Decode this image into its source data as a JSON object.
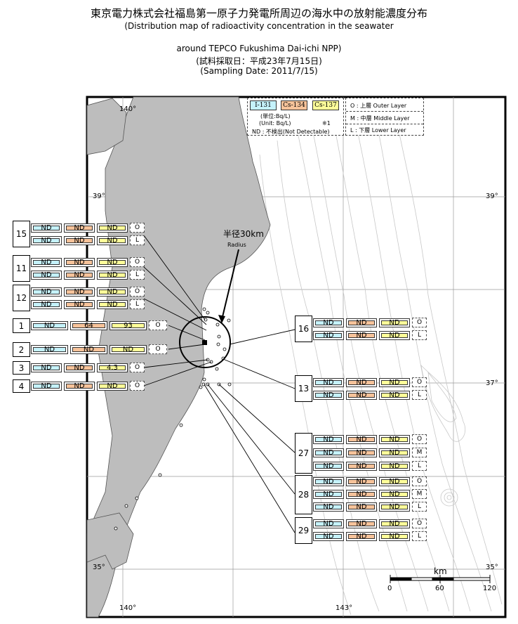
{
  "title": {
    "ja": "東京電力株式会社福島第一原子力発電所周辺の海水中の放射能濃度分布",
    "en1": "(Distribution map of radioactivity concentration in the seawater",
    "en2": "around TEPCO Fukushima Dai-ichi NPP)",
    "date_ja": "(試料採取日：平成23年7月15日)",
    "date_en": "(Sampling Date: 2011/7/15)"
  },
  "legend": {
    "nuclides": [
      "I-131",
      "Cs-134",
      "Cs-137"
    ],
    "unit_ja": "(単位:Bq/L)",
    "unit_en": "(Unit: Bq/L)",
    "note": "※1",
    "nd": "ND : 不検出(Not Detectable)",
    "layers": [
      "O : 上層 Outer Layer",
      "M : 中層  Middle Layer",
      "L : 下層 Lower Layer"
    ]
  },
  "colors": {
    "i131": "#c5f2fb",
    "cs134": "#f7c39a",
    "cs137": "#ffff99",
    "land": "#bdbdbd"
  },
  "radius": {
    "label": "半径30km",
    "sub": "Radius"
  },
  "grid": {
    "lon_left": "140°",
    "lon_right": "143°",
    "lat_top": "39°",
    "lat_mid": "37°",
    "lat_bottom": "35°"
  },
  "scale": {
    "unit": "km",
    "ticks": [
      "0",
      "60",
      "120"
    ]
  },
  "stations": {
    "s15": {
      "id": "15",
      "rows": [
        {
          "i131": "ND",
          "cs134": "ND",
          "cs137": "ND",
          "layer": "O"
        },
        {
          "i131": "ND",
          "cs134": "ND",
          "cs137": "ND",
          "layer": "L"
        }
      ]
    },
    "s11": {
      "id": "11",
      "rows": [
        {
          "i131": "ND",
          "cs134": "ND",
          "cs137": "ND",
          "layer": "O"
        },
        {
          "i131": "ND",
          "cs134": "ND",
          "cs137": "ND",
          "layer": "L"
        }
      ]
    },
    "s12": {
      "id": "12",
      "rows": [
        {
          "i131": "ND",
          "cs134": "ND",
          "cs137": "ND",
          "layer": "O"
        },
        {
          "i131": "ND",
          "cs134": "ND",
          "cs137": "ND",
          "layer": "L"
        }
      ]
    },
    "s1": {
      "id": "1",
      "rows": [
        {
          "i131": "ND",
          "cs134": "64",
          "cs137": "93",
          "layer": "O"
        }
      ]
    },
    "s2": {
      "id": "2",
      "rows": [
        {
          "i131": "ND",
          "cs134": "ND",
          "cs137": "ND",
          "layer": "O"
        }
      ]
    },
    "s3": {
      "id": "3",
      "rows": [
        {
          "i131": "ND",
          "cs134": "ND",
          "cs137": "4.3",
          "layer": "O"
        }
      ]
    },
    "s4": {
      "id": "4",
      "rows": [
        {
          "i131": "ND",
          "cs134": "ND",
          "cs137": "ND",
          "layer": "O"
        }
      ]
    },
    "s16": {
      "id": "16",
      "rows": [
        {
          "i131": "ND",
          "cs134": "ND",
          "cs137": "ND",
          "layer": "O"
        },
        {
          "i131": "ND",
          "cs134": "ND",
          "cs137": "ND",
          "layer": "L"
        }
      ]
    },
    "s13": {
      "id": "13",
      "rows": [
        {
          "i131": "ND",
          "cs134": "ND",
          "cs137": "ND",
          "layer": "O"
        },
        {
          "i131": "ND",
          "cs134": "ND",
          "cs137": "ND",
          "layer": "L"
        }
      ]
    },
    "s27": {
      "id": "27",
      "rows": [
        {
          "i131": "ND",
          "cs134": "ND",
          "cs137": "ND",
          "layer": "O"
        },
        {
          "i131": "ND",
          "cs134": "ND",
          "cs137": "ND",
          "layer": "M"
        },
        {
          "i131": "ND",
          "cs134": "ND",
          "cs137": "ND",
          "layer": "L"
        }
      ]
    },
    "s28": {
      "id": "28",
      "rows": [
        {
          "i131": "ND",
          "cs134": "ND",
          "cs137": "ND",
          "layer": "O"
        },
        {
          "i131": "ND",
          "cs134": "ND",
          "cs137": "ND",
          "layer": "M"
        },
        {
          "i131": "ND",
          "cs134": "ND",
          "cs137": "ND",
          "layer": "L"
        }
      ]
    },
    "s29": {
      "id": "29",
      "rows": [
        {
          "i131": "ND",
          "cs134": "ND",
          "cs137": "ND",
          "layer": "O"
        },
        {
          "i131": "ND",
          "cs134": "ND",
          "cs137": "ND",
          "layer": "L"
        }
      ]
    }
  }
}
